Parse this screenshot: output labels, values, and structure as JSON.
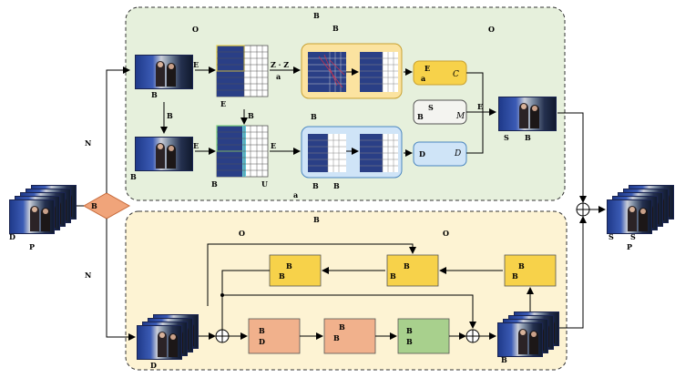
{
  "diagram": {
    "top_panel": {
      "title": "B",
      "marker_left": "O",
      "marker_right": "O"
    },
    "bottom_panel": {
      "title": "B",
      "marker_left": "O",
      "marker_right": "O"
    },
    "input": {
      "caption": "D",
      "label": "P"
    },
    "output": {
      "caption_1": "S",
      "caption_2": "S",
      "label": "P"
    },
    "decision": {
      "label": "B"
    },
    "branch_labels": {
      "upper": "N",
      "lower": "N"
    },
    "top": {
      "frame1_caption": "B",
      "frame1_side": "E",
      "frame2_caption": "B",
      "frame2_side": "E",
      "grid1_caption": "E",
      "grid2_caption": "B",
      "grid2_sub": "U",
      "arrow_down_label": "B",
      "arrow_down2_label": "B",
      "arrow_right_label": "Z · Z",
      "arrow_right_sub": "a",
      "arrow_right2_label": "E",
      "yellow_block_caption": "B",
      "blue_block_caption_1": "B",
      "blue_block_caption_2": "B",
      "bottom_center_label": "a",
      "box_c": {
        "left": "E",
        "left_sub": "a",
        "var": "C"
      },
      "box_m": {
        "left": "S",
        "left_sub": "B",
        "var": "M"
      },
      "box_d": {
        "left": "D",
        "var": "D"
      },
      "merge_label": "E",
      "result_caption_1": "S",
      "result_caption_2": "B"
    },
    "bottom": {
      "box_top_left": {
        "line1": "B",
        "line2": "B"
      },
      "box_top_mid": {
        "line1": "B",
        "line2": "B"
      },
      "box_top_right": {
        "line1": "B",
        "line2": "B"
      },
      "box_orange1": {
        "line1": "B",
        "line2": "D"
      },
      "box_orange2": {
        "line1": "B",
        "line2": "B"
      },
      "box_green": {
        "line1": "B",
        "line2": "B"
      },
      "frames_in_caption": "D",
      "frames_out_caption": "B"
    },
    "colors": {
      "green_panel": "#e6f0dc",
      "yellow_panel": "#fdf3d3",
      "yellow_box": "#f7d24a",
      "orange_box": "#f1b18c",
      "green_box": "#a8d08d",
      "light_yellow_block": "#fbe3a0",
      "light_blue_block": "#cfe4f7",
      "decision_fill": "#f0a47a"
    }
  }
}
